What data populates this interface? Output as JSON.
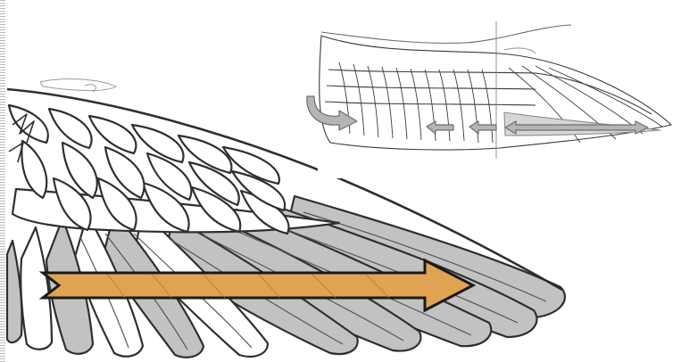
{
  "image": {
    "subject": "bird-wing-feather-molt-diagram",
    "panels": [
      "main-wing-closeup",
      "inset-wing-overview"
    ],
    "colors": {
      "background": "#ffffff",
      "outline": "#2f2f2f",
      "primary_feather_shading": "#c2c2c2",
      "main_arrow_fill": "#e0a352",
      "main_arrow_outline": "#1a1a1a",
      "inset_arrow_fill": "#b5b5b5",
      "inset_arrow_outline": "#6d6d6d"
    },
    "arrows": [
      {
        "panel": "main-wing-closeup",
        "direction": "right"
      },
      {
        "panel": "inset-wing-overview",
        "direction": "right",
        "style": "curved"
      },
      {
        "panel": "inset-wing-overview",
        "direction": "left"
      },
      {
        "panel": "inset-wing-overview",
        "direction": "left"
      },
      {
        "panel": "inset-wing-overview",
        "direction": "both"
      }
    ]
  }
}
